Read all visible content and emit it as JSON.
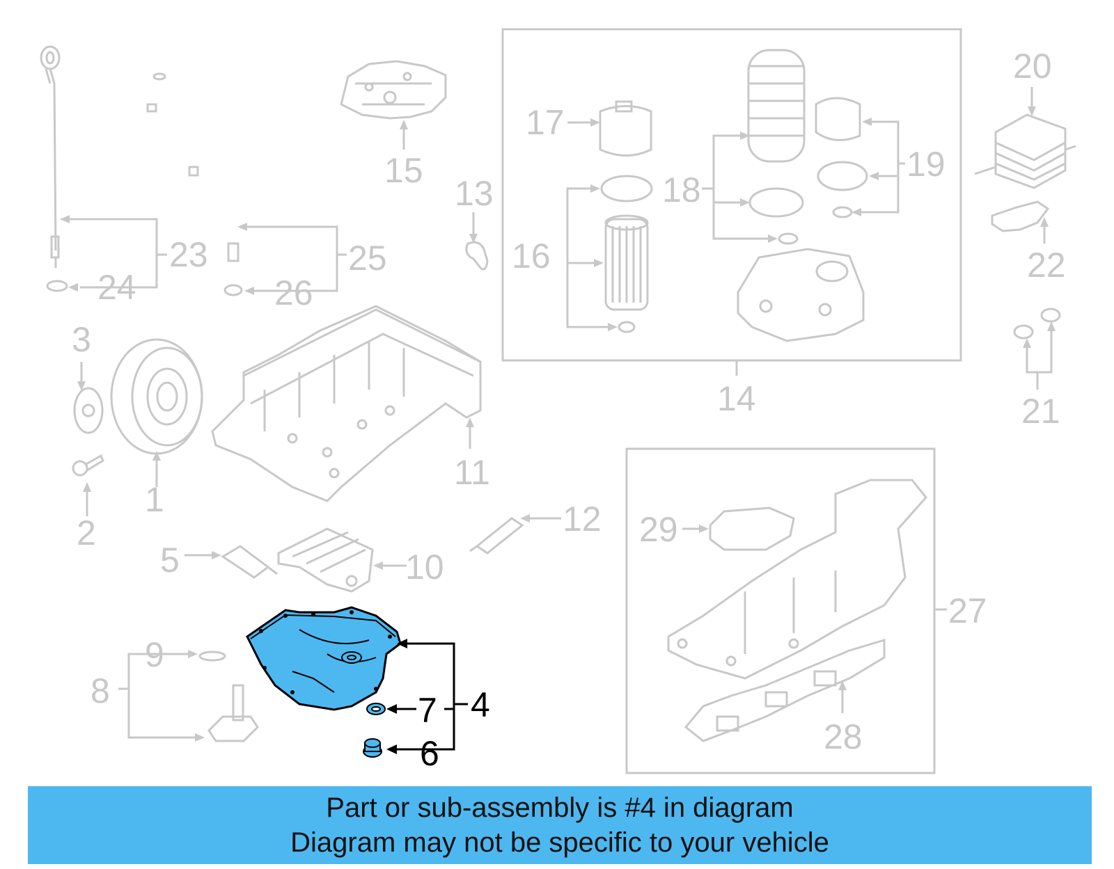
{
  "diagram": {
    "highlight_color": "#4db8f0",
    "line_color": "#c8c8c8",
    "highlighted_part": "4",
    "callouts": [
      "1",
      "2",
      "3",
      "4",
      "5",
      "6",
      "7",
      "8",
      "9",
      "10",
      "11",
      "12",
      "13",
      "14",
      "15",
      "16",
      "17",
      "18",
      "19",
      "20",
      "21",
      "22",
      "23",
      "24",
      "25",
      "26",
      "27",
      "28",
      "29"
    ]
  },
  "footer": {
    "background": "#4db8f0",
    "line1": "Part or sub-assembly is #4 in diagram",
    "line2": "Diagram may not be specific to your vehicle"
  }
}
